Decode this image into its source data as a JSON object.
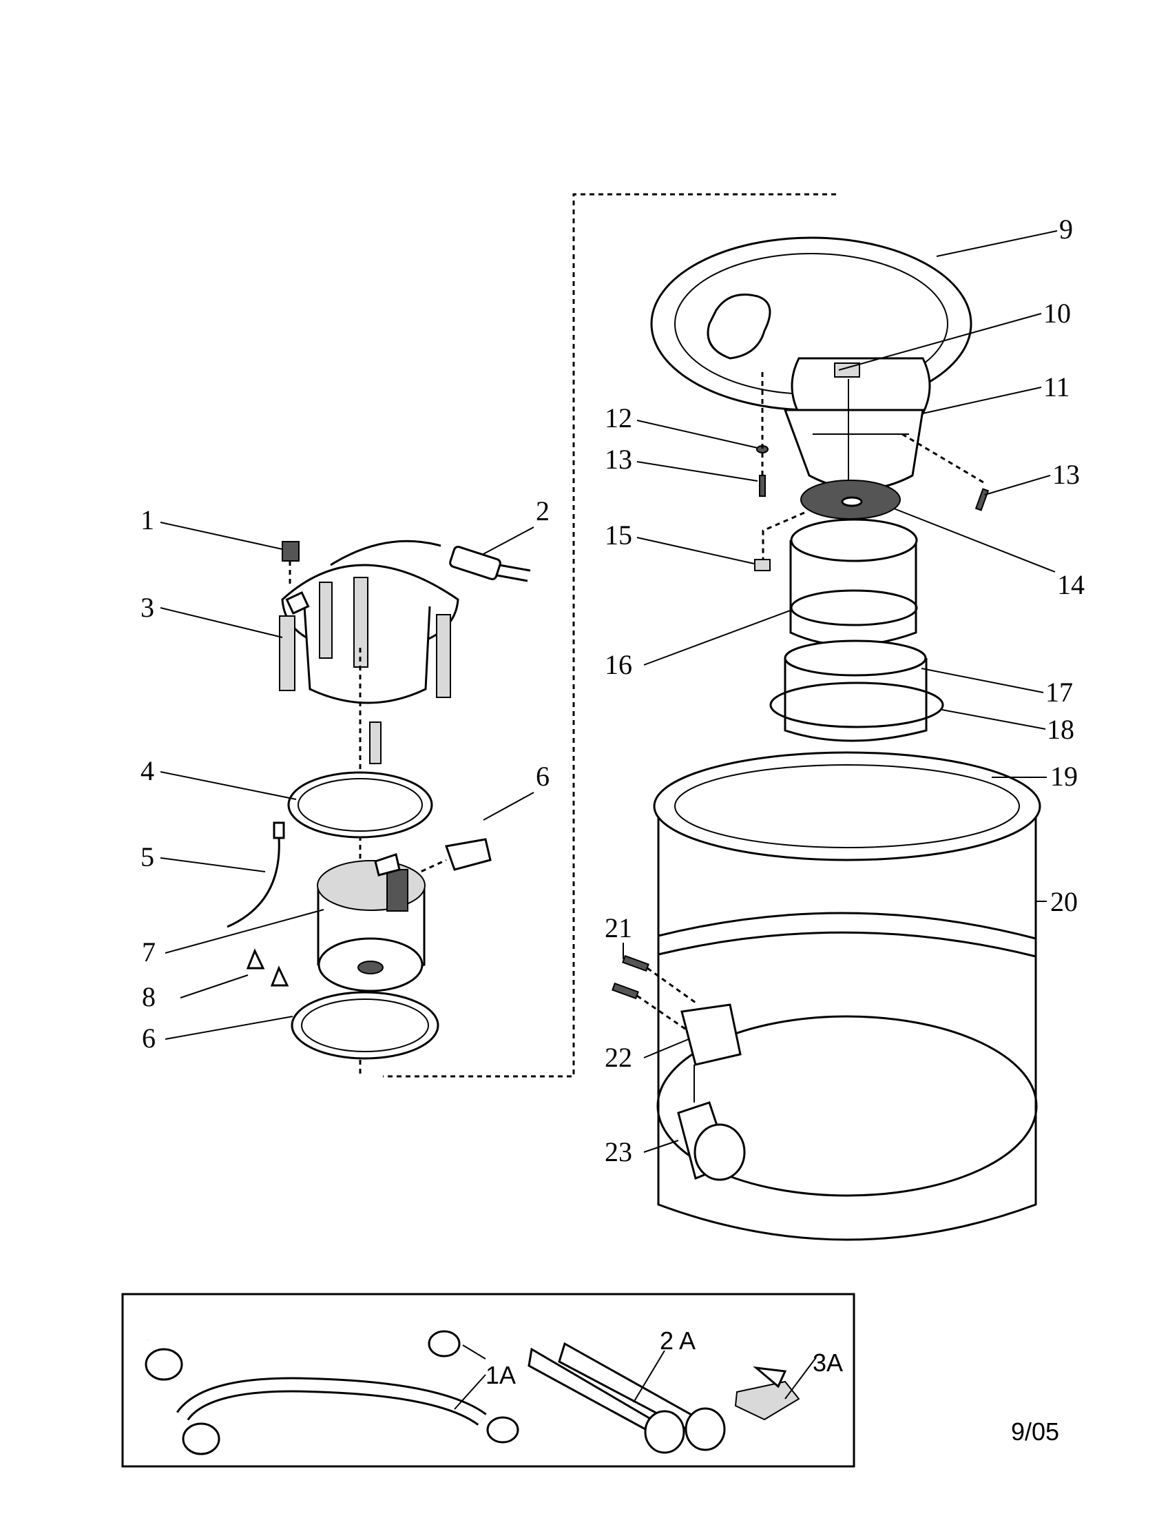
{
  "labels": {
    "p1": "1",
    "p2": "2",
    "p3": "3",
    "p4": "4",
    "p5": "5",
    "p6a": "6",
    "p6b": "6",
    "p7": "7",
    "p8": "8",
    "p9": "9",
    "p10": "10",
    "p11": "11",
    "p12": "12",
    "p13a": "13",
    "p13b": "13",
    "p14": "14",
    "p15": "15",
    "p16": "16",
    "p17": "17",
    "p18": "18",
    "p19": "19",
    "p20": "20",
    "p21": "21",
    "p22": "22",
    "p23": "23"
  },
  "accessories": {
    "a1": "1A",
    "a2": "2 A",
    "a3": "3A"
  },
  "date_code": "9/05"
}
